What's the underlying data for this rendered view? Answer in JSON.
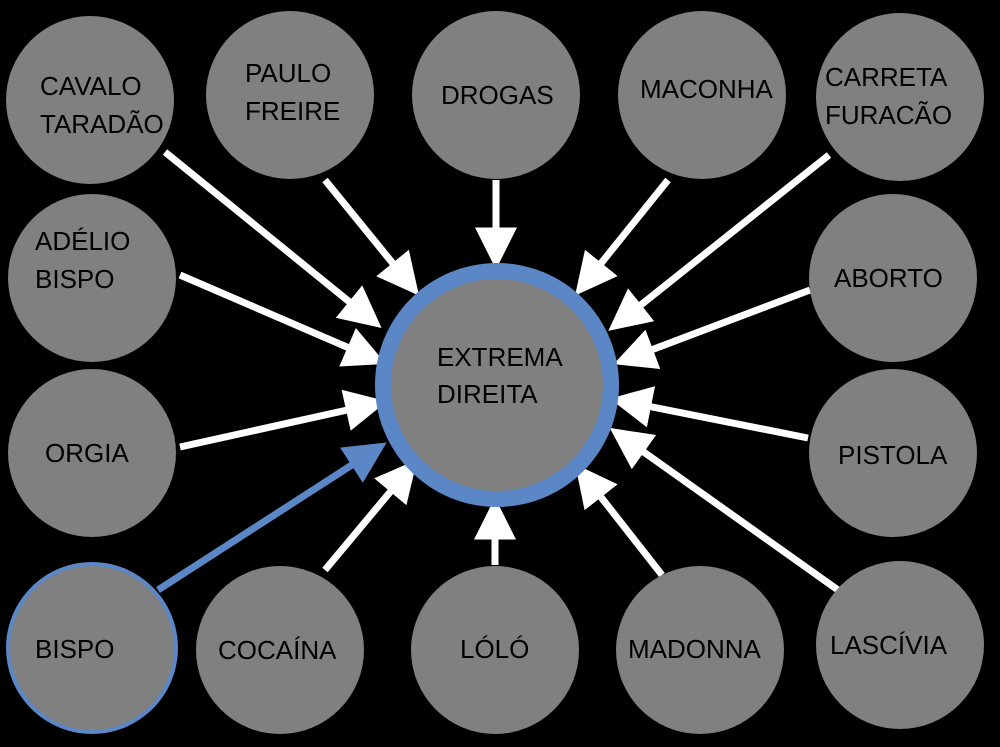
{
  "center": {
    "lines": [
      "EXTREMA",
      "DIREITA"
    ],
    "ring_color": "#5b87c6",
    "fill_color": "#808080"
  },
  "nodes": [
    {
      "id": "cavalo-taradao",
      "lines": [
        "CAVALO",
        "TARADÃO"
      ]
    },
    {
      "id": "paulo-freire",
      "lines": [
        "PAULO",
        "FREIRE"
      ]
    },
    {
      "id": "drogas",
      "lines": [
        "DROGAS"
      ]
    },
    {
      "id": "maconha",
      "lines": [
        "MACONHA"
      ]
    },
    {
      "id": "carreta-furacao",
      "lines": [
        "CARRETA",
        "FURACÃO"
      ]
    },
    {
      "id": "adelio-bispo",
      "lines": [
        "ADÉLIO",
        "BISPO"
      ]
    },
    {
      "id": "aborto",
      "lines": [
        "ABORTO"
      ]
    },
    {
      "id": "orgia",
      "lines": [
        "ORGIA"
      ]
    },
    {
      "id": "pistola",
      "lines": [
        "PISTOLA"
      ]
    },
    {
      "id": "bispo",
      "lines": [
        "BISPO"
      ],
      "highlighted": true
    },
    {
      "id": "cocaina",
      "lines": [
        "COCAÍNA"
      ]
    },
    {
      "id": "lolo",
      "lines": [
        "LÓLÓ"
      ]
    },
    {
      "id": "madonna",
      "lines": [
        "MADONNA"
      ]
    },
    {
      "id": "lascivia",
      "lines": [
        "LASCÍVIA"
      ]
    }
  ],
  "colors": {
    "background": "#000000",
    "node_fill": "#808080",
    "arrow": "#ffffff",
    "highlight": "#5b87c6"
  }
}
